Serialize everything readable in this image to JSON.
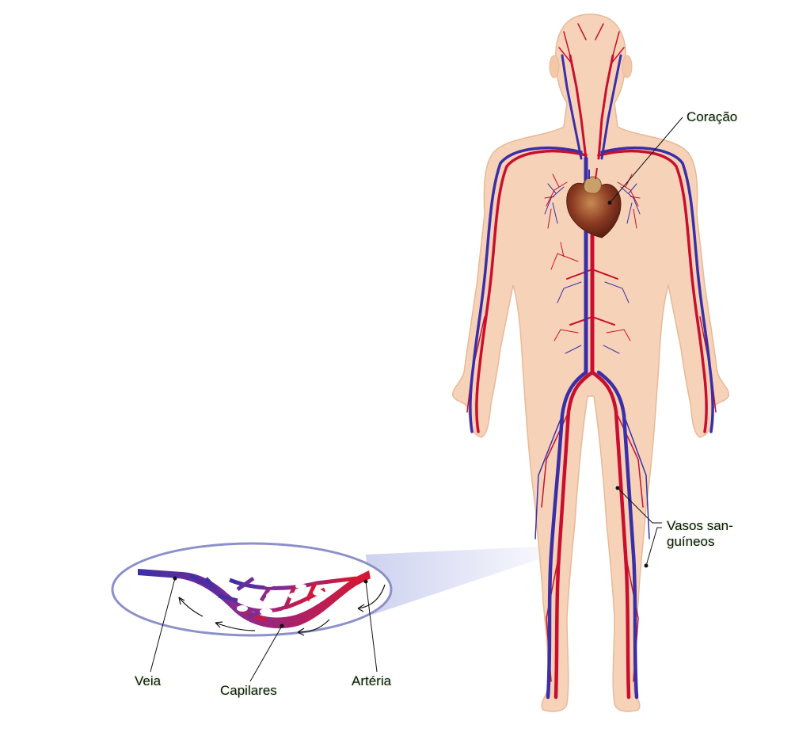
{
  "labels": {
    "heart": "Coração",
    "vessels": "Vasos san-\nguíneos",
    "vein": "Veia",
    "capillaries": "Capilares",
    "artery": "Artéria"
  },
  "colors": {
    "skin": "#f6d3b8",
    "skin_edge": "#e9b897",
    "artery": "#c8102e",
    "vein": "#3b2fa8",
    "heart": "#8a3a22",
    "zoom_ring": "#8b90c9",
    "label_glow": "#d6f0c9"
  }
}
